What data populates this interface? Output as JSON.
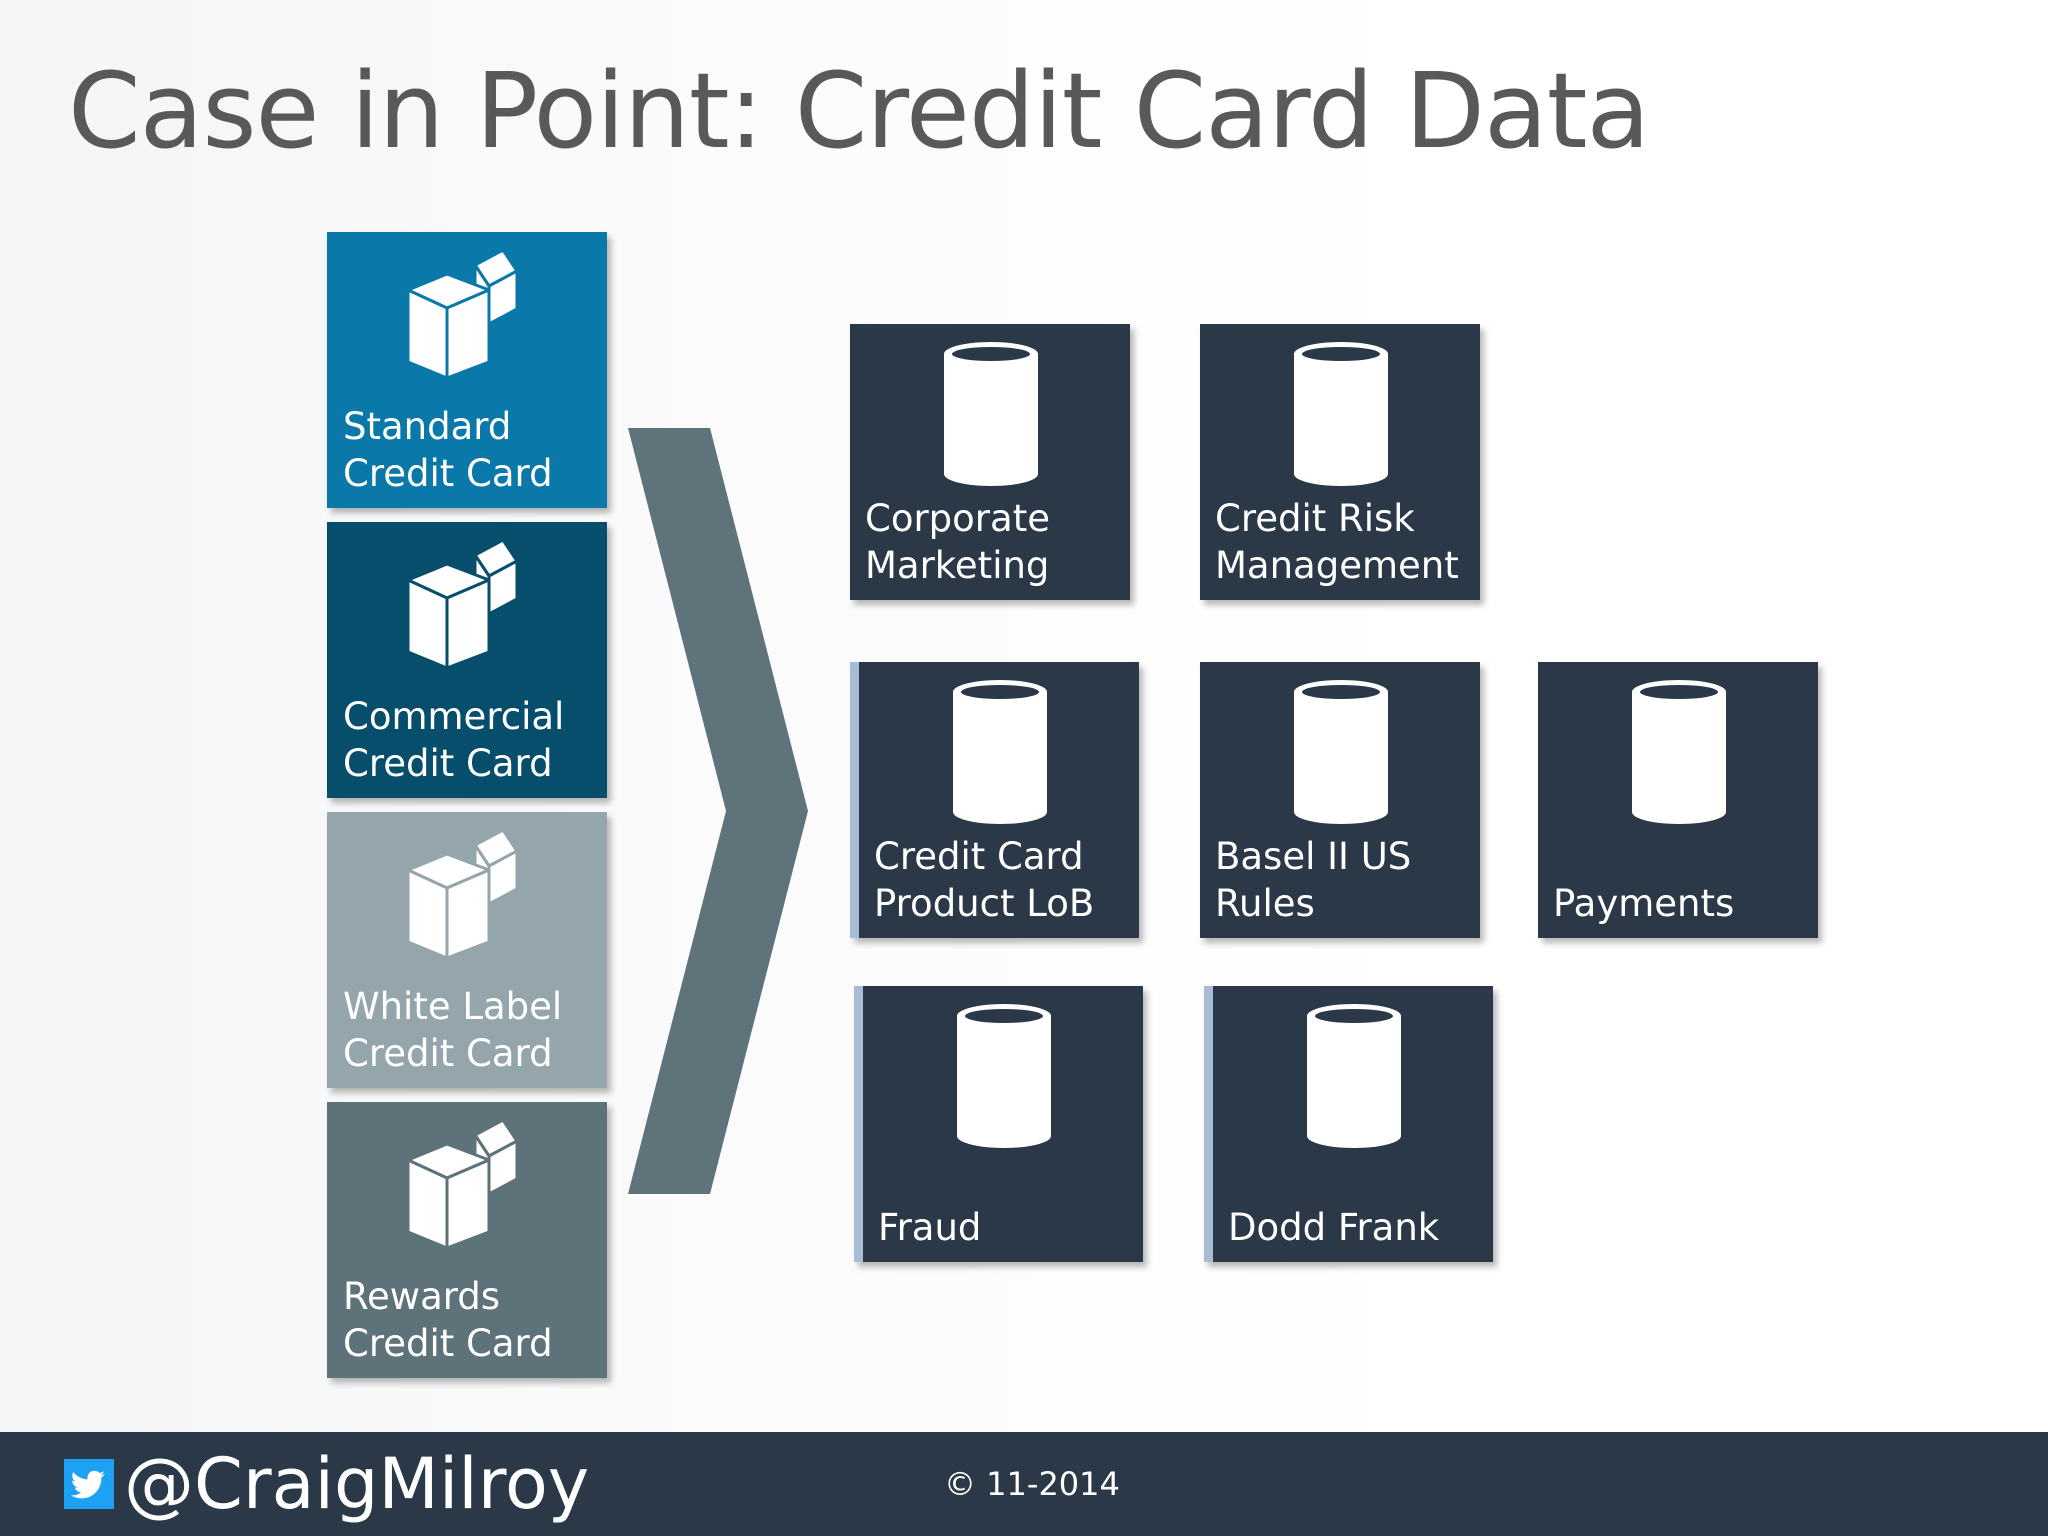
{
  "slide": {
    "title": "Case in Point: Credit Card Data"
  },
  "sources": [
    {
      "line1": "Standard",
      "line2": "Credit Card",
      "color": "#0a78a8",
      "icon": "cubes-icon"
    },
    {
      "line1": "Commercial",
      "line2": "Credit Card",
      "color": "#064e6c",
      "icon": "cubes-icon"
    },
    {
      "line1": "White Label",
      "line2": "Credit Card",
      "color": "#94a5ab",
      "icon": "cubes-icon"
    },
    {
      "line1": "Rewards",
      "line2": "Credit Card",
      "color": "#5e727a",
      "icon": "cubes-icon"
    }
  ],
  "arrow": {
    "color": "#5e737a",
    "icon": "chevron-right-icon"
  },
  "targets": [
    {
      "line1": "Corporate",
      "line2": "Marketing",
      "icon": "database-icon"
    },
    {
      "line1": "Credit Risk",
      "line2": "Management",
      "icon": "database-icon"
    },
    {
      "line1": "Credit Card",
      "line2": "Product LoB",
      "icon": "database-icon"
    },
    {
      "line1": "Basel II US",
      "line2": "Rules",
      "icon": "database-icon"
    },
    {
      "line1": "",
      "line2": "Payments",
      "icon": "database-icon"
    },
    {
      "line1": "",
      "line2": "Fraud",
      "icon": "database-icon"
    },
    {
      "line1": "",
      "line2": "Dodd Frank",
      "icon": "database-icon"
    }
  ],
  "colors": {
    "target_tile": "#2b3848",
    "target_accent": "#a8bcd3",
    "title_text": "#595959",
    "footer_bg": "#2b3848",
    "twitter": "#1da1f2"
  },
  "footer": {
    "handle": "@CraigMilroy",
    "copyright": "© 11-2014",
    "icon": "twitter-icon"
  }
}
